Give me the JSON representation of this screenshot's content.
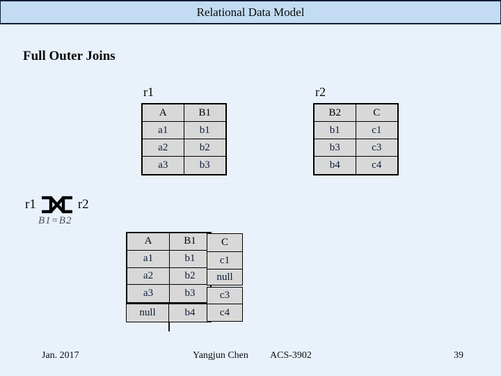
{
  "header": {
    "title": "Relational Data Model"
  },
  "slide": {
    "heading": "Full Outer Joins"
  },
  "tables": {
    "r1": {
      "label": "r1",
      "columns": [
        "A",
        "B1"
      ],
      "rows": [
        [
          "a1",
          "b1"
        ],
        [
          "a2",
          "b2"
        ],
        [
          "a3",
          "b3"
        ]
      ]
    },
    "r2": {
      "label": "r2",
      "columns": [
        "B2",
        "C"
      ],
      "rows": [
        [
          "b1",
          "c1"
        ],
        [
          "b3",
          "c3"
        ],
        [
          "b4",
          "c4"
        ]
      ]
    },
    "result": {
      "columns": [
        "A",
        "B1",
        "C"
      ],
      "rows": [
        [
          "a1",
          "b1",
          "c1"
        ],
        [
          "a2",
          "b2",
          "null"
        ],
        [
          "a3",
          "b3",
          "c3"
        ],
        [
          "null",
          "b4",
          "c4"
        ]
      ]
    }
  },
  "join": {
    "left_operand": "r1",
    "right_operand": "r2",
    "operator": "full-outer-join",
    "condition": "B1=B2"
  },
  "footer": {
    "date": "Jan. 2017",
    "author": "Yangjun Chen",
    "course": "ACS-3902",
    "page_number": "39"
  },
  "colors": {
    "band_bg": "#c3dcf3",
    "page_bg": "#e9f1fb",
    "table_bg": "#d8d8d8",
    "border_dark": "#121d36",
    "data_text": "#0d1b3a",
    "condition_text": "#4a4a52"
  }
}
